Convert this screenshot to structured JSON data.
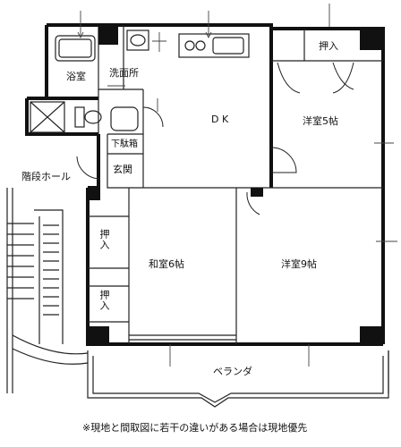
{
  "labels": {
    "bath": "浴室",
    "washroom": "洗面所",
    "dk": "D K",
    "western5": "洋室5帖",
    "closet_top": "押入",
    "shoe_box": "下駄箱",
    "entrance": "玄関",
    "stair_hall": "階段ホール",
    "closet_left_1": "押入",
    "closet_left_2": "押入",
    "japanese6": "和室6帖",
    "western9": "洋室9帖",
    "veranda": "ベランダ"
  },
  "note": "※現地と間取図に若干の違いがある場合は現地優先"
}
